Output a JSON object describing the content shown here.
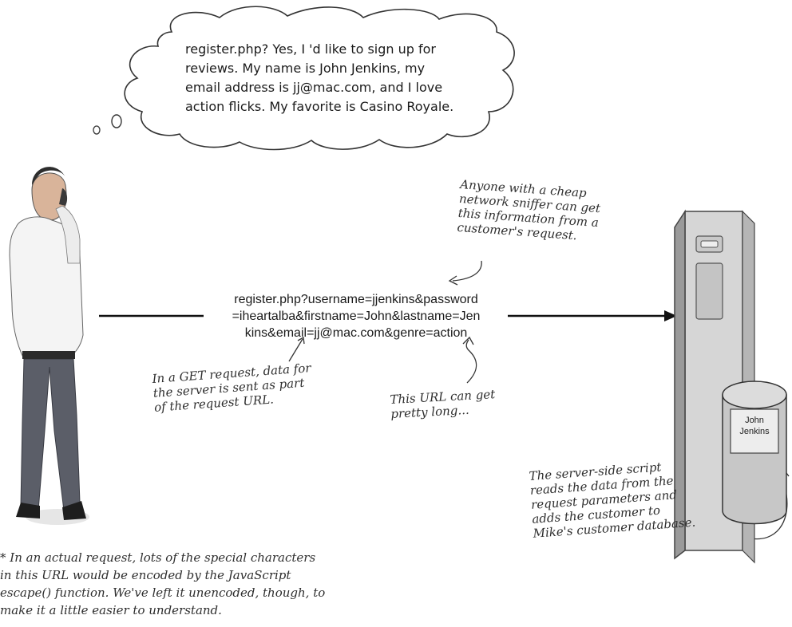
{
  "thought_bubble": {
    "lines": [
      "register.php? Yes, I 'd like to sign up for",
      "reviews. My name is John Jenkins, my",
      "email address is jj@mac.com, and I love",
      "action flicks. My favorite is Casino Royale."
    ]
  },
  "request_url": {
    "lines": [
      "register.php?username=jjenkins&password",
      "=iheartalba&firstname=John&lastname=Jen",
      "kins&email=jj@mac.com&genre=action"
    ]
  },
  "annotations": {
    "sniffer": [
      "Anyone with a cheap",
      "network sniffer can get",
      "this information from a",
      "customer's request."
    ],
    "get_request": [
      "In a GET request, data for",
      "the server is sent as part",
      "of the request URL."
    ],
    "long_url": [
      "This URL can get",
      "pretty long..."
    ],
    "server_script": [
      "The server-side script",
      "reads the data from the",
      "request parameters and",
      "adds the customer to",
      "Mike's customer database."
    ]
  },
  "database_label": [
    "John",
    "Jenkins"
  ],
  "footnote": [
    "* In an actual request, lots of the special characters",
    "in this URL would be encoded by the JavaScript",
    "escape() function. We've left it unencoded, though, to",
    "make it a little easier to understand."
  ]
}
